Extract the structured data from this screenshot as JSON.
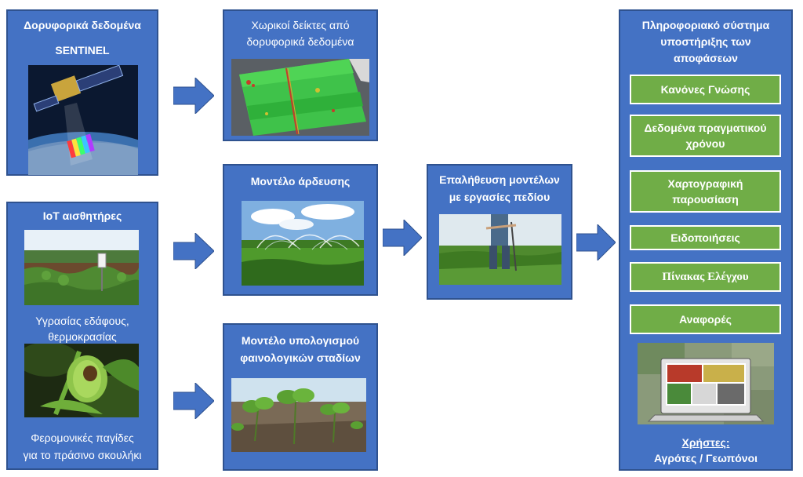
{
  "satellite": {
    "title_line1": "Δορυφορικά δεδομένα",
    "title_line2": "SENTINEL",
    "image_icon": "satellite-image"
  },
  "spatial": {
    "title_line1": "Χωρικοί δείκτες από",
    "title_line2": "δορυφορικά δεδομένα",
    "image_icon": "field-index-map-image"
  },
  "iot": {
    "title": "IoT αισθητήρες",
    "caption1_line1": "Υγρασίας εδάφους,",
    "caption1_line2": "θερμοκρασίας",
    "caption2_line1": "Φερομονικές παγίδες",
    "caption2_line2": "για το πράσινο σκουλήκι",
    "image1_icon": "soil-sensor-image",
    "image2_icon": "cotton-boll-image"
  },
  "irrigation": {
    "title": "Μοντέλο άρδευσης",
    "image_icon": "sprinkler-field-image"
  },
  "phenology": {
    "title_line1": "Μοντέλο υπολογισμού",
    "title_line2": "φαινολογικών σταδίων",
    "image_icon": "cotton-seedlings-image"
  },
  "validation": {
    "title_line1": "Επαλήθευση μοντέλων",
    "title_line2": "με εργασίες πεδίου",
    "image_icon": "field-work-image"
  },
  "dss": {
    "title_line1": "Πληροφοριακό σύστημα",
    "title_line2": "υποστήριξης των",
    "title_line3": "αποφάσεων",
    "items": [
      {
        "label": "Κανόνες Γνώσης"
      },
      {
        "label_line1": "Δεδομένα πραγματικού",
        "label_line2": "χρόνου"
      },
      {
        "label_line1": "Χαρτογραφική",
        "label_line2": "παρουσίαση"
      },
      {
        "label": "Ειδοποιήσεις"
      },
      {
        "label": "Πίνακας Ελέγχου"
      },
      {
        "label": "Αναφορές"
      }
    ],
    "image_icon": "laptop-dashboard-image",
    "users_label": "Χρήστες:",
    "users_value": "Αγρότες / Γεωπόνοι"
  },
  "colors": {
    "box_fill": "#4472c4",
    "box_border": "#2f528f",
    "item_fill": "#70ad47",
    "arrow_fill": "#4472c4"
  }
}
